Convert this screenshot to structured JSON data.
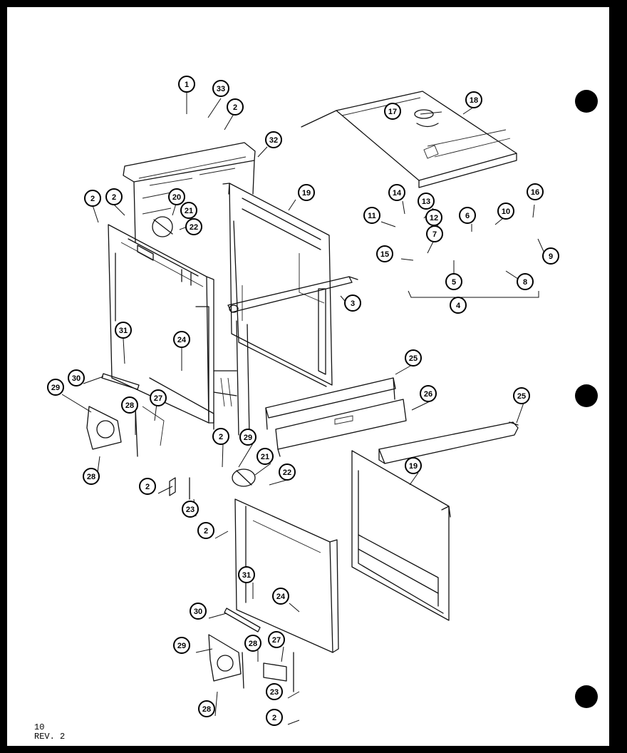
{
  "page": {
    "number": "10",
    "revision": "REV. 2"
  },
  "callouts": [
    {
      "id": "c1",
      "label": "1"
    },
    {
      "id": "c33",
      "label": "33"
    },
    {
      "id": "c2a",
      "label": "2"
    },
    {
      "id": "c32",
      "label": "32"
    },
    {
      "id": "c17",
      "label": "17"
    },
    {
      "id": "c18",
      "label": "18"
    },
    {
      "id": "c19a",
      "label": "19"
    },
    {
      "id": "c2b",
      "label": "2"
    },
    {
      "id": "c2c",
      "label": "2"
    },
    {
      "id": "c20",
      "label": "20"
    },
    {
      "id": "c21a",
      "label": "21"
    },
    {
      "id": "c22a",
      "label": "22"
    },
    {
      "id": "c14",
      "label": "14"
    },
    {
      "id": "c13",
      "label": "13"
    },
    {
      "id": "c11",
      "label": "11"
    },
    {
      "id": "c12",
      "label": "12"
    },
    {
      "id": "c16",
      "label": "16"
    },
    {
      "id": "c6",
      "label": "6"
    },
    {
      "id": "c10",
      "label": "10"
    },
    {
      "id": "c7",
      "label": "7"
    },
    {
      "id": "c15",
      "label": "15"
    },
    {
      "id": "c9",
      "label": "9"
    },
    {
      "id": "c5",
      "label": "5"
    },
    {
      "id": "c8",
      "label": "8"
    },
    {
      "id": "c4",
      "label": "4"
    },
    {
      "id": "c3",
      "label": "3"
    },
    {
      "id": "c31a",
      "label": "31"
    },
    {
      "id": "c24a",
      "label": "24"
    },
    {
      "id": "c25a",
      "label": "25"
    },
    {
      "id": "c30a",
      "label": "30"
    },
    {
      "id": "c29a",
      "label": "29"
    },
    {
      "id": "c26",
      "label": "26"
    },
    {
      "id": "c28a",
      "label": "28"
    },
    {
      "id": "c27a",
      "label": "27"
    },
    {
      "id": "c25b",
      "label": "25"
    },
    {
      "id": "c28b",
      "label": "28"
    },
    {
      "id": "c2d",
      "label": "2"
    },
    {
      "id": "c29b",
      "label": "29"
    },
    {
      "id": "c21b",
      "label": "21"
    },
    {
      "id": "c19b",
      "label": "19"
    },
    {
      "id": "c22b",
      "label": "22"
    },
    {
      "id": "c2e",
      "label": "2"
    },
    {
      "id": "c23a",
      "label": "23"
    },
    {
      "id": "c2f",
      "label": "2"
    },
    {
      "id": "c31b",
      "label": "31"
    },
    {
      "id": "c24b",
      "label": "24"
    },
    {
      "id": "c30b",
      "label": "30"
    },
    {
      "id": "c29c",
      "label": "29"
    },
    {
      "id": "c28c",
      "label": "28"
    },
    {
      "id": "c27b",
      "label": "27"
    },
    {
      "id": "c23b",
      "label": "23"
    },
    {
      "id": "c28d",
      "label": "28"
    },
    {
      "id": "c2g",
      "label": "2"
    }
  ]
}
